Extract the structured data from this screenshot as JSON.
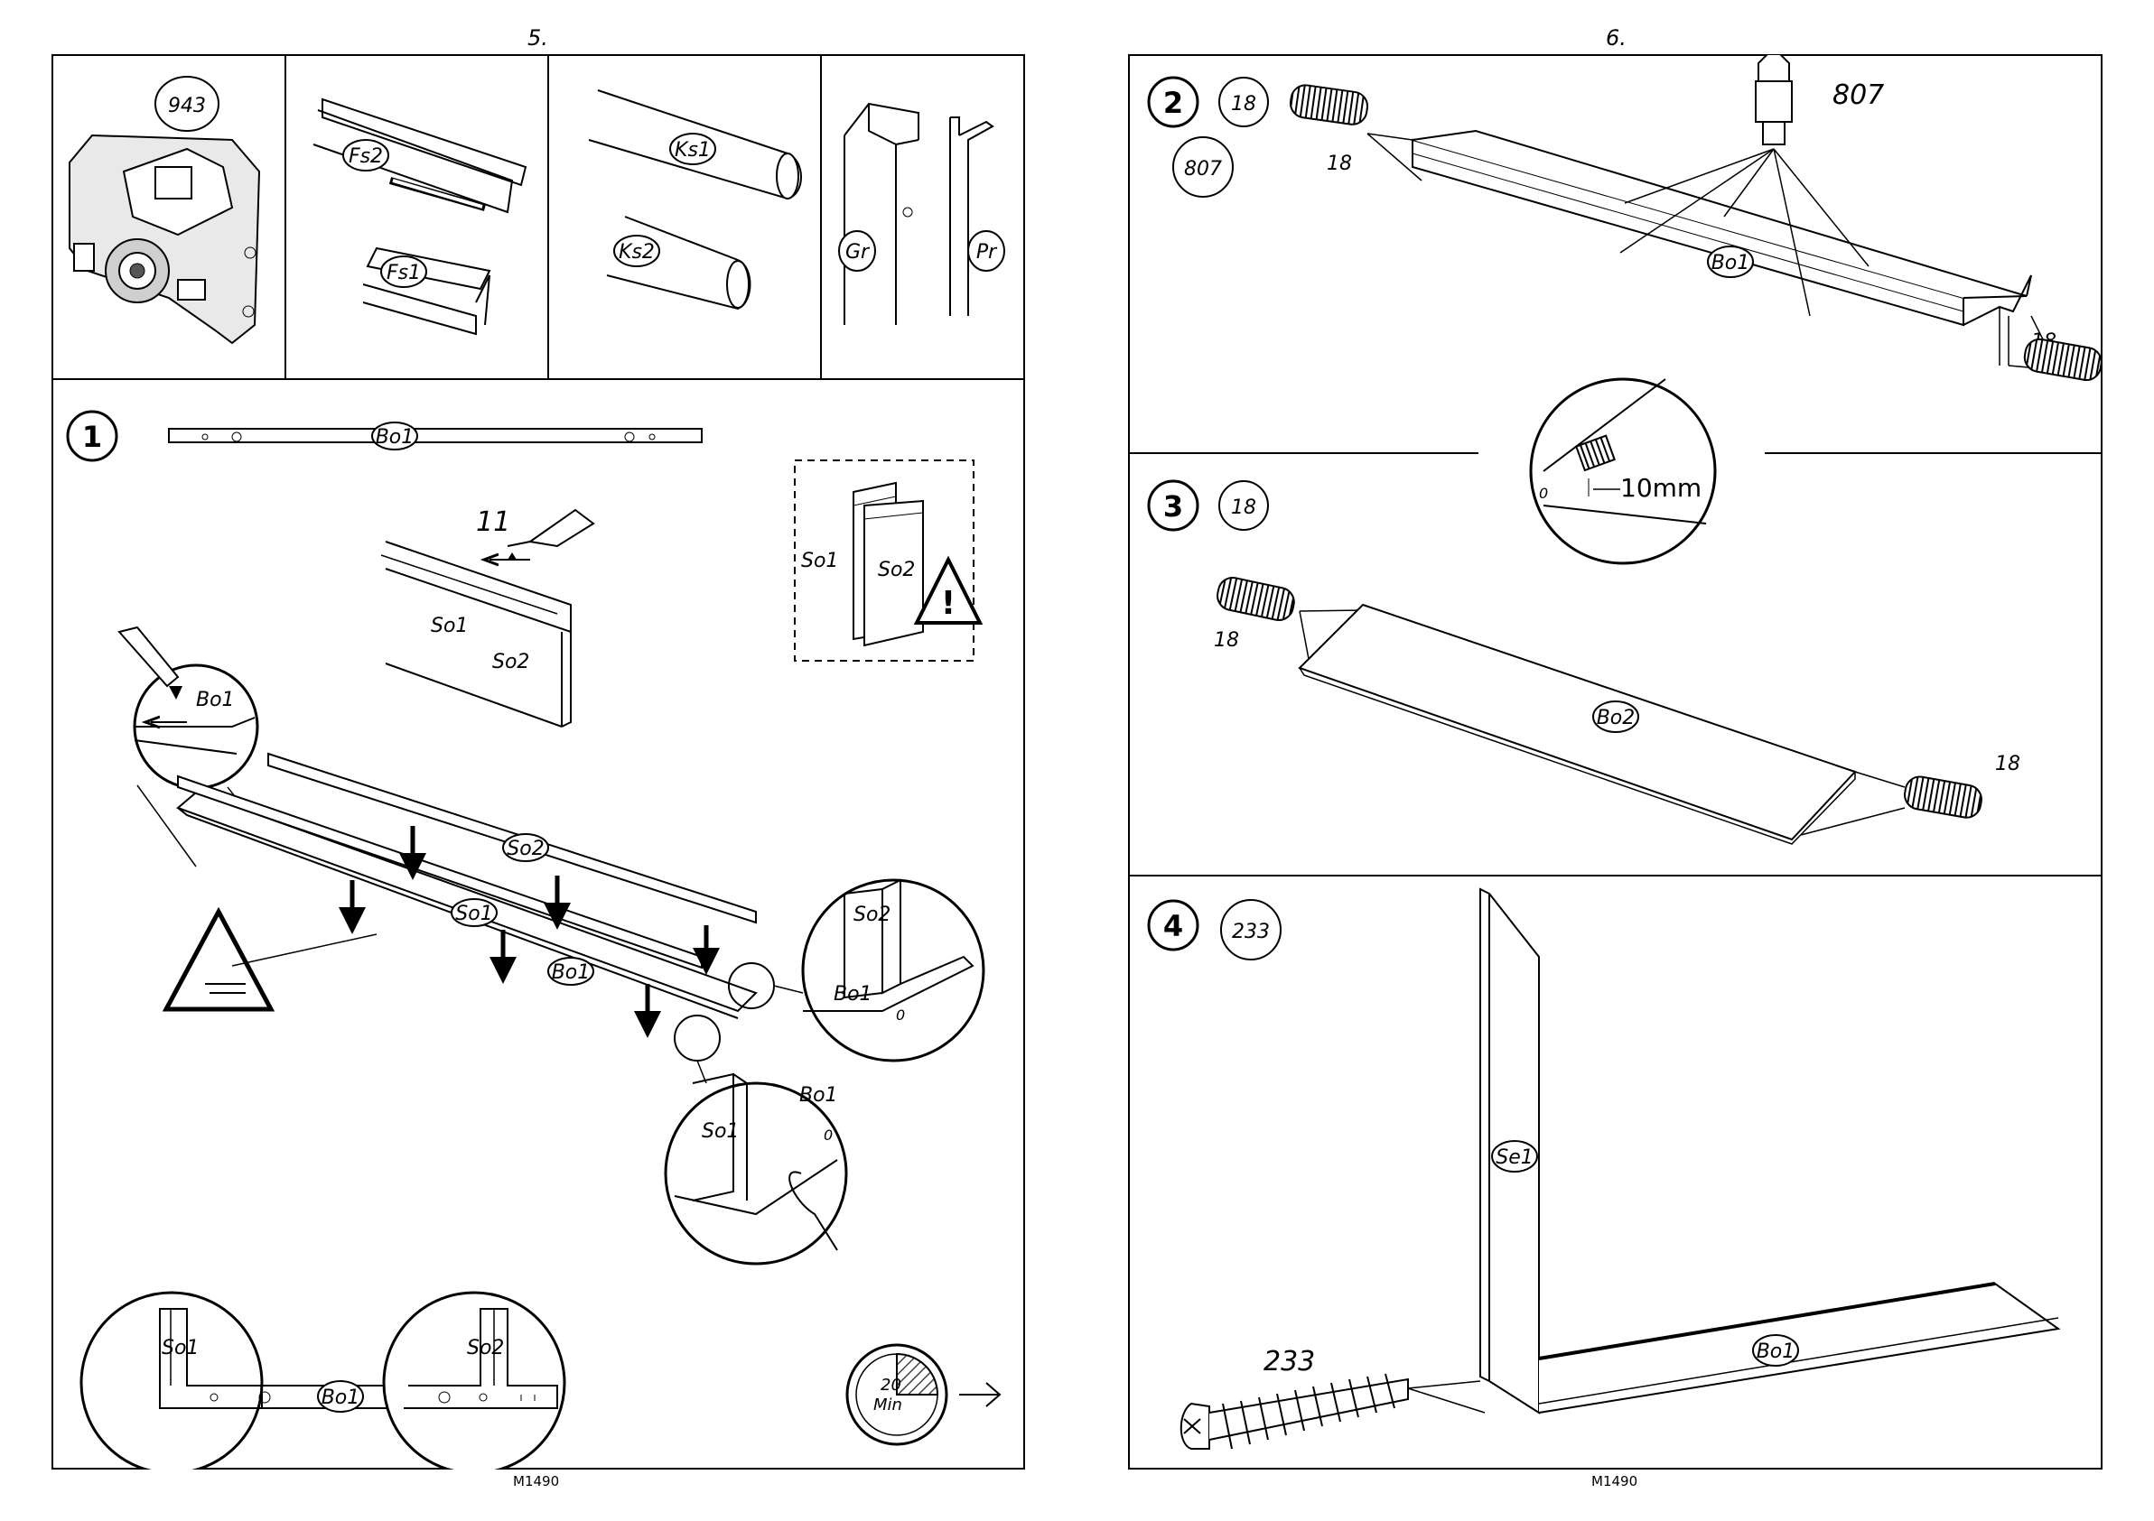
{
  "pages": {
    "left_number": "5.",
    "right_number": "6."
  },
  "footer": {
    "left_code": "M1490",
    "right_code": "M1490"
  },
  "parts_row": {
    "screw_count": "943",
    "fs2": "Fs2",
    "fs1": "Fs1",
    "ks1": "Ks1",
    "ks2": "Ks2",
    "gr": "Gr",
    "pr": "Pr"
  },
  "step1": {
    "number": "1",
    "glue_amount": "11",
    "bo1": "Bo1",
    "so1": "So1",
    "so2": "So2",
    "zero_mark": "0",
    "timer_value": "20",
    "timer_unit": "Min"
  },
  "step2": {
    "number": "2",
    "dowel_part": "18",
    "tool_part": "807",
    "tool_label": "807",
    "dowel_label_left": "18",
    "dowel_label_right": "18",
    "board": "Bo1"
  },
  "detail_10mm": {
    "measurement": "10mm",
    "zero_mark": "0"
  },
  "step3": {
    "number": "3",
    "dowel_part": "18",
    "dowel_label_left": "18",
    "dowel_label_right": "18",
    "board": "Bo2"
  },
  "step4": {
    "number": "4",
    "screw_part": "233",
    "screw_label": "233",
    "side_panel": "Se1",
    "board": "Bo1"
  },
  "colors": {
    "ink": "#000000",
    "paper": "#ffffff",
    "hatch": "#444444"
  }
}
